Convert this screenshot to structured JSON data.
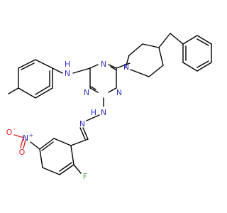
{
  "labels": {
    "nh": "N",
    "nh_h": "H",
    "n_tr1": "N",
    "n_tr2": "N",
    "n_tr3": "N",
    "n_pip": "N",
    "n_hyd1": "N",
    "n_hyd1_h": "H",
    "n_hyd2": "N",
    "no2_n": "N",
    "no2_plus": "+",
    "no2_o1": "O",
    "no2_o1_minus": "-",
    "no2_o2": "O",
    "f": "F"
  },
  "colors": {
    "carbon": "#000000",
    "nitrogen": "#3333cc",
    "oxygen": "#e02020",
    "fluorine": "#44aa44"
  }
}
